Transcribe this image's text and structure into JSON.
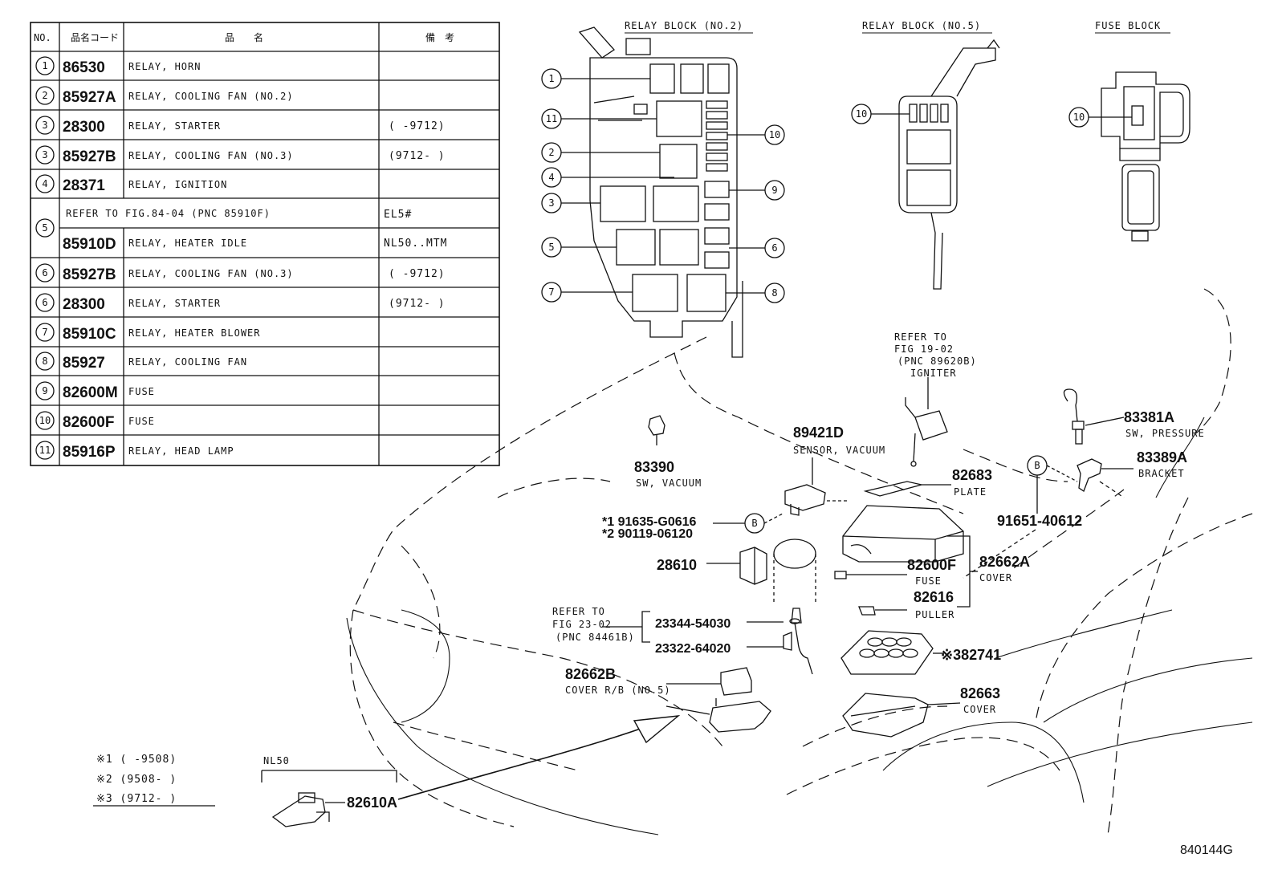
{
  "table": {
    "headers": {
      "no": "NO.",
      "code": "品名コード",
      "name": "品　　名",
      "remarks": "備　考"
    },
    "rows": [
      {
        "no": "1",
        "code": "86530",
        "name": "RELAY, HORN",
        "remarks": ""
      },
      {
        "no": "2",
        "code": "85927A",
        "name": "RELAY, COOLING FAN (NO.2)",
        "remarks": ""
      },
      {
        "no": "3",
        "code": "28300",
        "name": "RELAY, STARTER",
        "remarks": "(      -9712)"
      },
      {
        "no": "3",
        "code": "85927B",
        "name": "RELAY, COOLING FAN (NO.3)",
        "remarks": "(9712-      )"
      },
      {
        "no": "4",
        "code": "28371",
        "name": "RELAY, IGNITION",
        "remarks": ""
      },
      {
        "no": "5",
        "code": "",
        "name": "REFER TO FIG.84-04 (PNC 85910F)",
        "remarks": "EL5#"
      },
      {
        "no": "",
        "code": "85910D",
        "name": "RELAY, HEATER IDLE",
        "remarks": "NL50..MTM"
      },
      {
        "no": "6",
        "code": "85927B",
        "name": "RELAY, COOLING FAN (NO.3)",
        "remarks": "(      -9712)"
      },
      {
        "no": "6",
        "code": "28300",
        "name": "RELAY, STARTER",
        "remarks": "(9712-      )"
      },
      {
        "no": "7",
        "code": "85910C",
        "name": "RELAY, HEATER BLOWER",
        "remarks": ""
      },
      {
        "no": "8",
        "code": "85927",
        "name": "RELAY, COOLING FAN",
        "remarks": ""
      },
      {
        "no": "9",
        "code": "82600M",
        "name": "FUSE",
        "remarks": ""
      },
      {
        "no": "10",
        "code": "82600F",
        "name": "FUSE",
        "remarks": ""
      },
      {
        "no": "11",
        "code": "85916P",
        "name": "RELAY, HEAD LAMP",
        "remarks": ""
      }
    ]
  },
  "headings": {
    "relay2": "RELAY BLOCK (NO.2)",
    "relay5": "RELAY BLOCK (NO.5)",
    "fuse": "FUSE BLOCK"
  },
  "callouts": {
    "c1": "1",
    "c2": "2",
    "c3": "3",
    "c4": "4",
    "c5": "5",
    "c6": "6",
    "c7": "7",
    "c8": "8",
    "c9": "9",
    "c10": "10",
    "c11": "11",
    "c10b": "10",
    "c10c": "10",
    "b1": "B",
    "b2": "B"
  },
  "parts": {
    "p83390": "83390",
    "p83390d": "SW, VACUUM",
    "p89421": "89421D",
    "p89421d": "SENSOR, VACUUM",
    "refer19a": "REFER TO",
    "refer19b": "FIG 19-02",
    "refer19c": "(PNC 89620B)",
    "refer19d": "IGNITER",
    "p82683": "82683",
    "p82683d": "PLATE",
    "p83381": "83381A",
    "p83381d": "SW, PRESSURE",
    "p83389": "83389A",
    "p83389d": "BRACKET",
    "p91651": "91651-40612",
    "p91635": "*1 91635-G0616",
    "p90119": "*2 90119-06120",
    "p28610": "28610",
    "p82600f": "82600F",
    "p82600fd": "FUSE",
    "p82662a": "82662A",
    "p82662ad": "COVER",
    "p82616": "82616",
    "p82616d": "PULLER",
    "refer23a": "REFER TO",
    "refer23b": "FIG 23-02",
    "refer23c": "(PNC 84461B)",
    "p23344": "23344-54030",
    "p23322": "23322-64020",
    "p382741": "※382741",
    "p82662b": "82662B",
    "p82662bd": "COVER R/B (NO.5)",
    "p82663": "82663",
    "p82663d": "COVER",
    "p82610": "82610A",
    "nl50": "NL50"
  },
  "notes": {
    "n1": "※1 (      -9508)",
    "n2": "※2 (9508-      )",
    "n3": "※3 (9712-      )"
  },
  "figure_id": "840144G"
}
